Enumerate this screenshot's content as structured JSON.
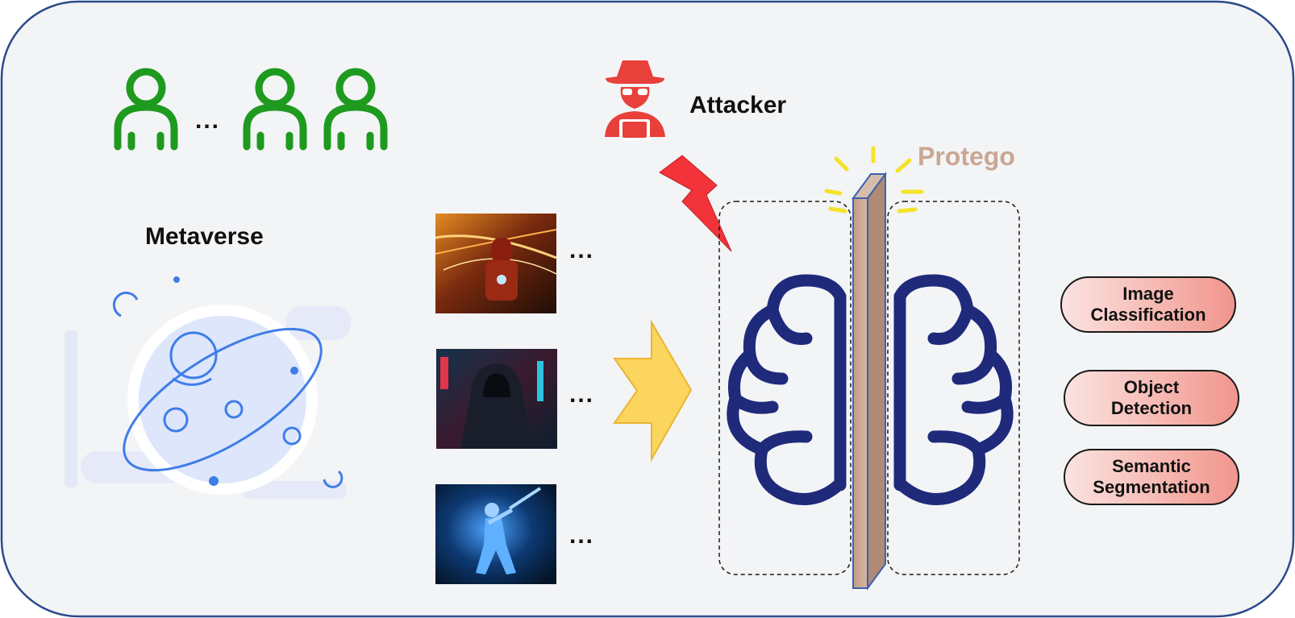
{
  "labels": {
    "ellipsis_users": "...",
    "attacker": "Attacker",
    "protego": "Protego",
    "metaverse": "Metaverse",
    "ellipsis_images": [
      "...",
      "...",
      "..."
    ]
  },
  "tasks": [
    {
      "line1": "Image",
      "line2": "Classification"
    },
    {
      "line1": "Object",
      "line2": "Detection"
    },
    {
      "line1": "Semantic",
      "line2": "Segmentation"
    }
  ],
  "images": [
    {
      "name": "ironman-sparks-image"
    },
    {
      "name": "hooded-figure-neon-image"
    },
    {
      "name": "baseball-batter-glow-image"
    }
  ],
  "icons": [
    "user-icon",
    "attacker-icon",
    "lightning-icon",
    "planet-icon",
    "arrow-icon",
    "brain-left-icon",
    "brain-right-icon",
    "shield-wall-icon",
    "glow-rays-icon"
  ],
  "colors": {
    "frame_border": "#2c4a8a",
    "frame_fill": "#f3f4f6",
    "user_green": "#1e9a1e",
    "attacker_red": "#e8403a",
    "protego_tan": "#c9a793",
    "brain_navy": "#1f2a7a",
    "arrow_yellow": "#fbd55d",
    "glow_yellow": "#f4e32a",
    "planet_blue": "#3f7de8"
  }
}
